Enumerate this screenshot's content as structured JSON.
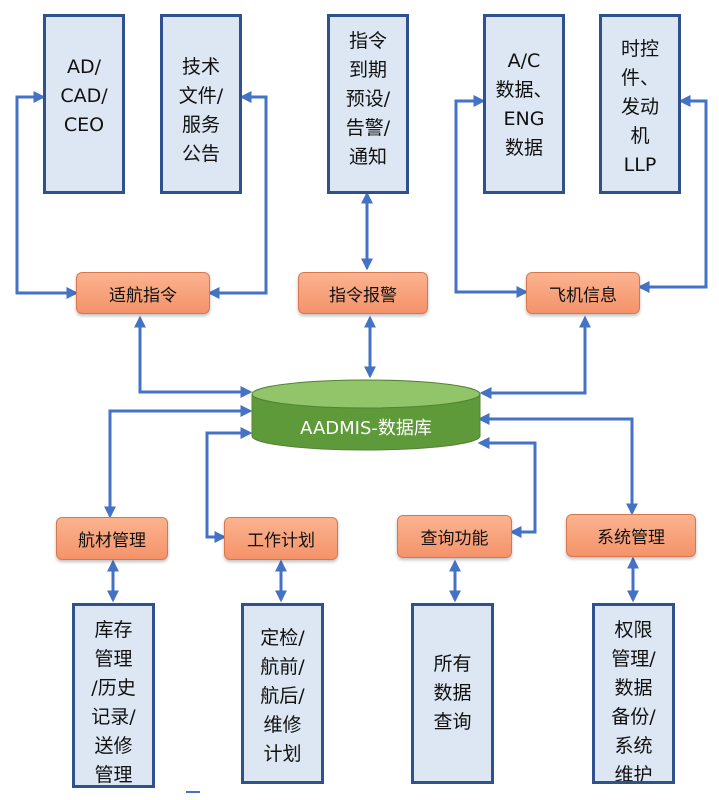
{
  "top_sources": [
    {
      "id": "ad_cad",
      "text": "AD/\nCAD/\nCEO"
    },
    {
      "id": "tech_docs",
      "text": "技术\n文件/\n服务\n公告"
    },
    {
      "id": "directive_alerts",
      "text": "指令\n到期\n预设/\n告警/\n通知"
    },
    {
      "id": "ac_eng",
      "text": "A/C\n数据、\nENG\n数据"
    },
    {
      "id": "time_control",
      "text": "时控\n件、\n发动\n机\nLLP"
    }
  ],
  "modules": {
    "airworthiness": "适航指令",
    "directive_alert": "指令报警",
    "aircraft_info": "飞机信息",
    "material_mgmt": "航材管理",
    "work_plan": "工作计划",
    "query": "查询功能",
    "system_mgmt": "系统管理"
  },
  "database": "AADMIS-数据库",
  "bottom_details": [
    {
      "id": "inventory",
      "text": "库存\n管理\n/历史\n记录/\n送修\n管理"
    },
    {
      "id": "inspection",
      "text": "定检/\n航前/\n航后/\n维修\n计划"
    },
    {
      "id": "all_query",
      "text": "所有\n数据\n查询"
    },
    {
      "id": "permission",
      "text": "权限\n管理/\n数据\n备份/\n系统\n维护"
    }
  ],
  "colors": {
    "line": "#4472c4",
    "box_border": "#2f528f",
    "box_fill": "#dce7f3",
    "module_fill": "#f4936a",
    "db_fill": "#70ad47"
  }
}
